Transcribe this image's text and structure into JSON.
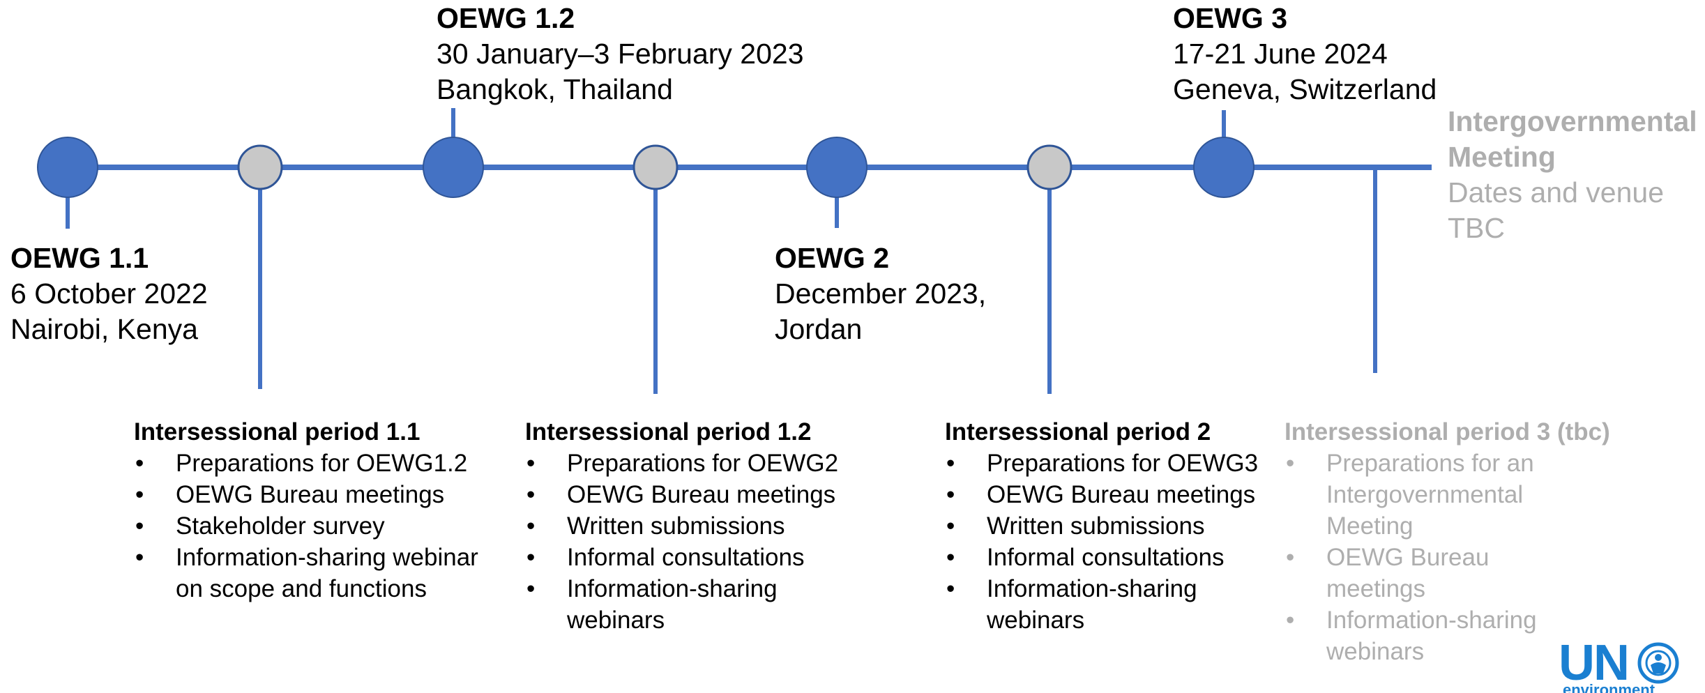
{
  "colors": {
    "line": "#4472c4",
    "meeting_node": "#4472c4",
    "period_node": "#c8c8c8",
    "future_text": "#aeaeae",
    "logo": "#1a7fd1"
  },
  "meetings": [
    {
      "title": "OEWG 1.1",
      "lines": [
        "6 October 2022",
        "Nairobi, Kenya"
      ]
    },
    {
      "title": "OEWG 1.2",
      "lines": [
        "30 January–3 February 2023",
        "Bangkok, Thailand"
      ]
    },
    {
      "title": "OEWG 2",
      "lines": [
        "December 2023,",
        "Jordan"
      ]
    },
    {
      "title": "OEWG 3",
      "lines": [
        "17-21 June 2024",
        "Geneva, Switzerland"
      ]
    },
    {
      "title": "Intergovernmental Meeting",
      "lines": [
        "Dates and venue TBC"
      ]
    }
  ],
  "periods": [
    {
      "title": "Intersessional period 1.1",
      "items": [
        "Preparations for OEWG1.2",
        "OEWG Bureau meetings",
        "Stakeholder survey",
        "Information-sharing webinar on scope and functions"
      ]
    },
    {
      "title": "Intersessional period 1.2",
      "items": [
        "Preparations for OEWG2",
        "OEWG Bureau meetings",
        "Written submissions",
        "Informal consultations",
        "Information-sharing webinars"
      ]
    },
    {
      "title": "Intersessional period 2",
      "items": [
        "Preparations for OEWG3",
        "OEWG Bureau meetings",
        "Written submissions",
        "Informal consultations",
        "Information-sharing webinars"
      ]
    },
    {
      "title": "Intersessional period 3 (tbc)",
      "items": [
        "Preparations for an Intergovernmental Meeting",
        "OEWG Bureau meetings",
        "Information-sharing webinars"
      ]
    }
  ],
  "logo": {
    "mark": "UN",
    "sub": "environment",
    "icon": "un-environment-emblem-icon"
  }
}
